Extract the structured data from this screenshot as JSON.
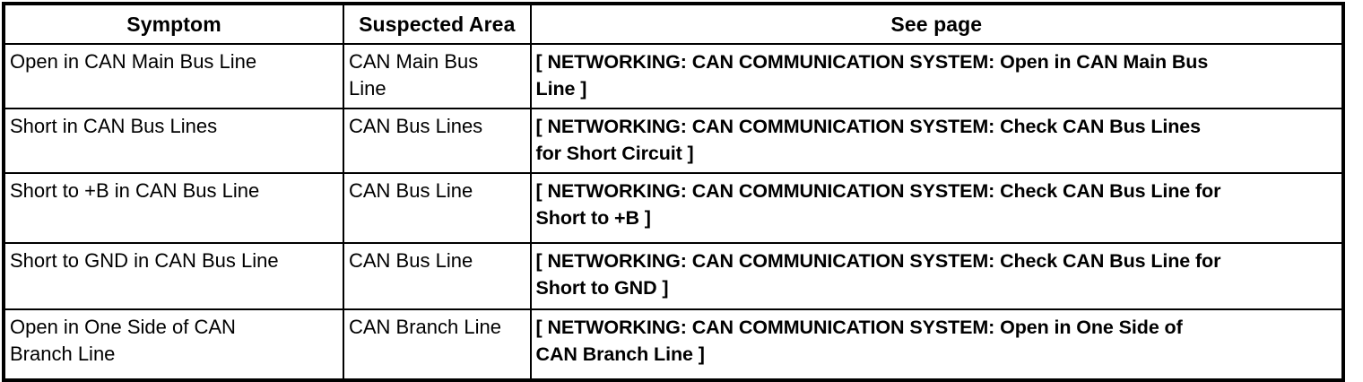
{
  "table": {
    "headers": [
      {
        "label": "Symptom"
      },
      {
        "label": "Suspected Area"
      },
      {
        "label": "See page"
      }
    ],
    "rows": [
      {
        "symptom": "Open in CAN Main Bus Line",
        "suspected_area": "CAN Main Bus\nLine",
        "see_page": "[ NETWORKING: CAN COMMUNICATION SYSTEM: Open in CAN Main Bus\nLine ]"
      },
      {
        "symptom": "Short in CAN Bus Lines",
        "suspected_area": "CAN Bus Lines",
        "see_page": "[ NETWORKING: CAN COMMUNICATION SYSTEM: Check CAN Bus Lines\nfor Short Circuit ]"
      },
      {
        "symptom": "Short to +B in CAN Bus Line",
        "suspected_area": "CAN Bus Line",
        "see_page": "[ NETWORKING: CAN COMMUNICATION SYSTEM: Check CAN Bus Line for\nShort to +B ]"
      },
      {
        "symptom": "Short to GND in CAN Bus Line",
        "suspected_area": "CAN Bus Line",
        "see_page": "[ NETWORKING: CAN COMMUNICATION SYSTEM: Check CAN Bus Line for\nShort to GND ]"
      },
      {
        "symptom": "Open in One Side of CAN\nBranch Line",
        "suspected_area": "CAN Branch Line",
        "see_page": "[ NETWORKING: CAN COMMUNICATION SYSTEM: Open in One Side of\nCAN Branch Line ]"
      }
    ]
  },
  "colors": {
    "border": "#000000",
    "background": "#ffffff",
    "text": "#000000"
  }
}
